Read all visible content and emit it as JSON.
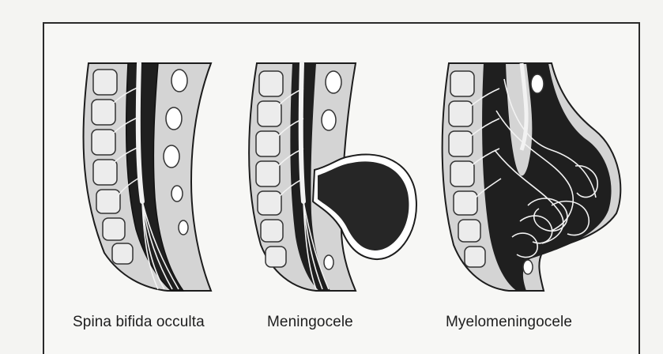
{
  "figure": {
    "panels": [
      {
        "label": "Spina bifida occulta"
      },
      {
        "label": "Meningocele"
      },
      {
        "label": "Myelomeningocele"
      }
    ]
  },
  "colors": {
    "ink": "#1c1c1c",
    "tissue": "#cfcfcf",
    "vertebra": "#e6e6e6",
    "sac": "#2a2a2a",
    "paper": "#f7f7f5"
  }
}
